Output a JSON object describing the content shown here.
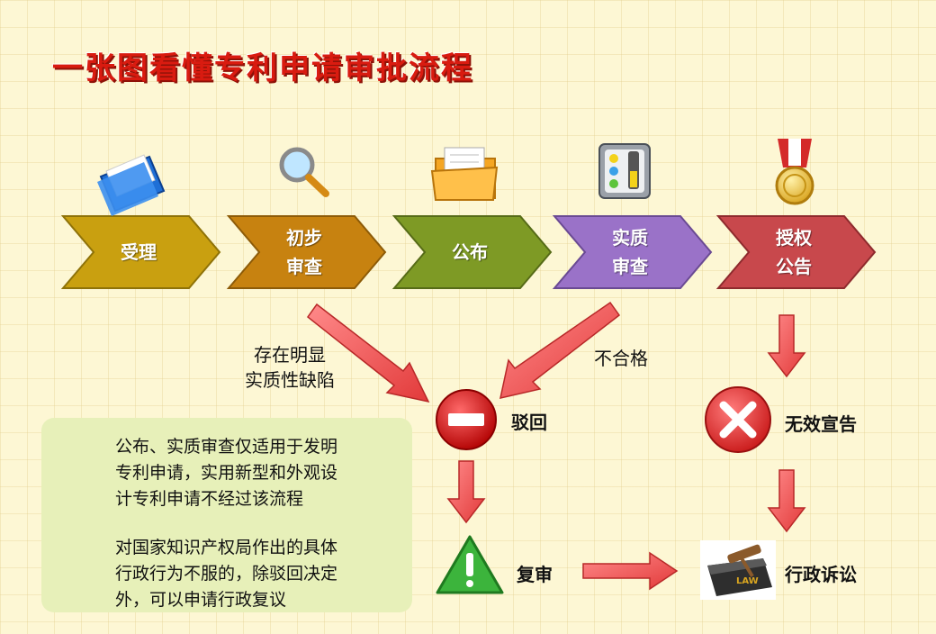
{
  "title": "一张图看懂专利申请审批流程",
  "steps": [
    {
      "label": "受理",
      "color": "#c9a010",
      "icon": "folder-icon"
    },
    {
      "label": "初步\n审查",
      "color": "#c78210",
      "icon": "magnifier-icon"
    },
    {
      "label": "公布",
      "color": "#7e9a25",
      "icon": "open-folder-icon"
    },
    {
      "label": "实质\n审查",
      "color": "#9a72c8",
      "icon": "control-panel-icon"
    },
    {
      "label": "授权\n公告",
      "color": "#c8484c",
      "icon": "medal-icon"
    }
  ],
  "flow_notes": {
    "defect": "存在明显\n实质性缺陷",
    "fail": "不合格"
  },
  "outcomes": {
    "reject": {
      "label": "驳回",
      "icon": "stop-icon"
    },
    "invalid": {
      "label": "无效宣告",
      "icon": "cross-icon"
    },
    "review": {
      "label": "复审",
      "icon": "warning-icon"
    },
    "litigation": {
      "label": "行政诉讼",
      "icon": "law-book-icon"
    }
  },
  "tips": [
    {
      "text": "公布、实质审查仅适用于发明\n专利申请，实用新型和外观设\n计专利申请不经过该流程",
      "icon": "lightbulb-icon"
    },
    {
      "text": "对国家知识产权局作出的具体\n行政行为不服的，除驳回决定\n外，可以申请行政复议",
      "icon": "lightbulb-icon"
    }
  ],
  "colors": {
    "arrow": "#ee5555",
    "title": "#d91b10",
    "panel": "#e7f0b9"
  }
}
